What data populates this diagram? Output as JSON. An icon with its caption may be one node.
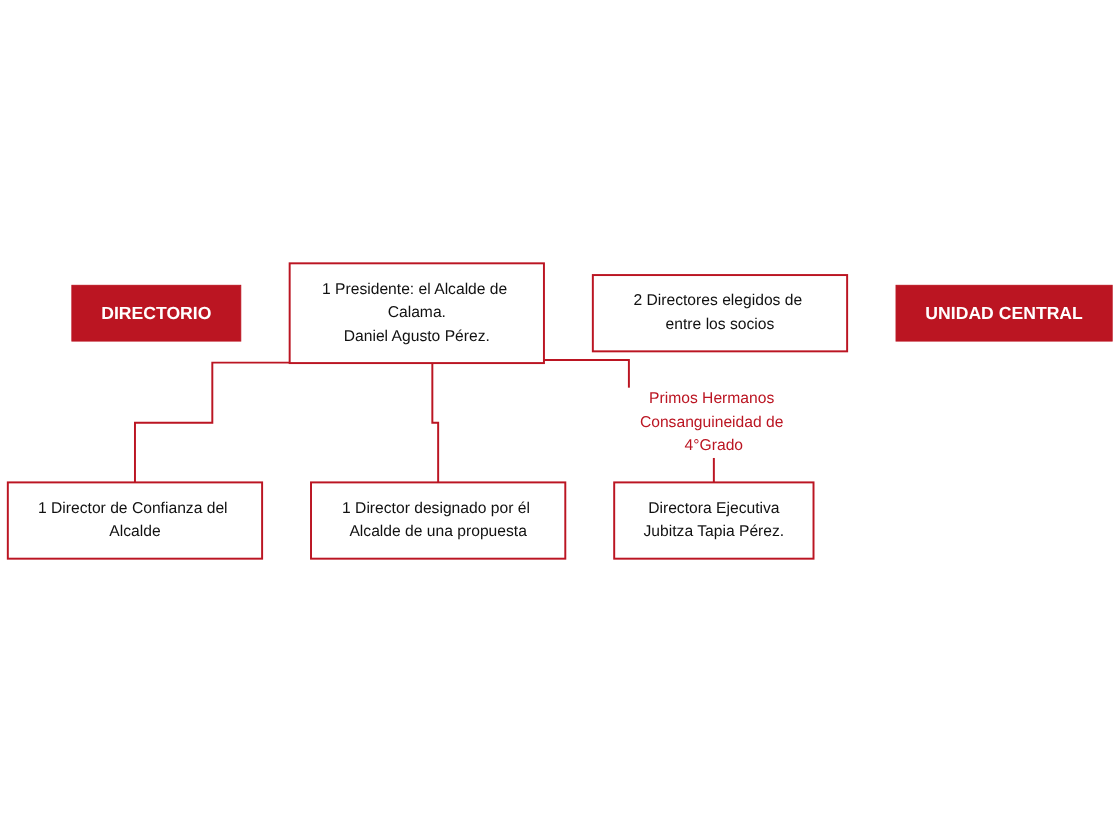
{
  "diagram": {
    "nodes": [
      {
        "text": [
          "DIRECTORIO"
        ]
      },
      {
        "text": [
          "1 Presidente: el Alcalde de Calama.",
          "Daniel Agusto Pérez."
        ]
      },
      {
        "text": [
          "1 Director de Confianza del Alcalde"
        ]
      },
      {
        "text": [
          "1 Director designado por él Alcalde de una propuesta"
        ]
      },
      {
        "text": [
          "2 Directores elegidos de entre los socios"
        ]
      },
      {
        "text": [
          "UNIDAD CENTRAL"
        ]
      },
      {
        "text": [
          "Directora Ejecutiva",
          "Jubitza Tapia Pérez."
        ]
      }
    ],
    "edges": [
      {
        "from": 1,
        "to": 2,
        "arrow": "none"
      },
      {
        "from": 1,
        "to": 3,
        "arrow": "none"
      },
      {
        "from": 1,
        "to": 6,
        "arrow": "none",
        "label": "Primos Hermanos Consanguineidad de 4°Grado"
      }
    ]
  }
}
